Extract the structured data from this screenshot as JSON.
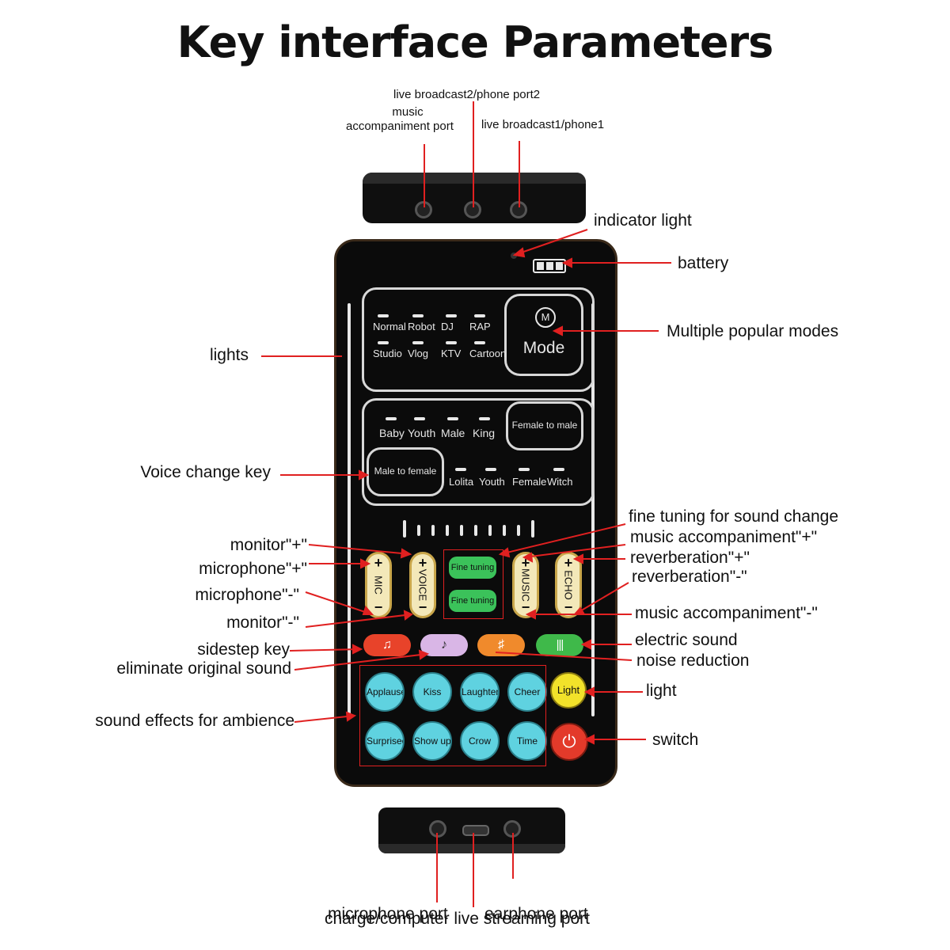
{
  "title": "Key interface Parameters",
  "top_port_labels": {
    "live2": "live broadcast2/phone port2",
    "music1": "music",
    "music2": "accompaniment port",
    "live1": "live broadcast1/phone1"
  },
  "right_labels": {
    "indicator": "indicator light",
    "battery": "battery",
    "modes": "Multiple popular modes",
    "fine_tuning": "fine tuning for sound change",
    "music_plus": "music accompaniment\"+\"",
    "reverb_plus": "reverberation\"+\"",
    "reverb_minus": "reverberation\"-\"",
    "music_minus": "music accompaniment\"-\"",
    "electric": "electric sound",
    "noise": "noise reduction",
    "light": "light",
    "switch": "switch"
  },
  "left_labels": {
    "lights": "lights",
    "voice_change": "Voice change key",
    "monitor_plus": "monitor\"+\"",
    "mic_plus": "microphone\"+\"",
    "mic_minus": "microphone\"-\"",
    "monitor_minus": "monitor\"-\"",
    "sidestep": "sidestep key",
    "eliminate": "eliminate original sound",
    "ambience": "sound effects for ambience"
  },
  "bottom_labels": {
    "mic_port": "microphone port",
    "earphone_port": "earphone port",
    "charge_port": "charge/computer live streaming port"
  },
  "device": {
    "modes_row1": [
      "Normal",
      "Robot",
      "DJ",
      "RAP"
    ],
    "modes_row2": [
      "Studio",
      "Vlog",
      "KTV",
      "Cartoon"
    ],
    "mode_icon": "M",
    "mode_label": "Mode",
    "voice_row1": [
      "Baby",
      "Youth",
      "Male",
      "King"
    ],
    "female_to_male": "Female to male",
    "male_to_female": "Male to female",
    "voice_row2": [
      "Lolita",
      "Youth",
      "Female",
      "Witch"
    ],
    "pills": [
      {
        "name": "MIC",
        "plus": "+",
        "minus": "−"
      },
      {
        "name": "VOICE",
        "plus": "+",
        "minus": "−"
      },
      {
        "name": "MUSIC",
        "plus": "+",
        "minus": "−"
      },
      {
        "name": "ECHO",
        "plus": "+",
        "minus": "−"
      }
    ],
    "fine_tuning": "Fine tuning",
    "effects_row1": [
      "Applause",
      "Kiss",
      "Laughter",
      "Cheer"
    ],
    "effects_row2": [
      "Surprised",
      "Show up",
      "Crow",
      "Time"
    ],
    "light_key": "Light",
    "colors": {
      "pill": "#f3e8b9",
      "fine_tuning": "#3bc25a",
      "sidestep": "#e8432a",
      "eliminate": "#d9b6e6",
      "noise": "#f08a2c",
      "electric": "#3fb94a",
      "effects": "#5fd2e0",
      "light": "#f2e22a",
      "switch": "#e33a2a",
      "callout": "#e02020"
    }
  }
}
